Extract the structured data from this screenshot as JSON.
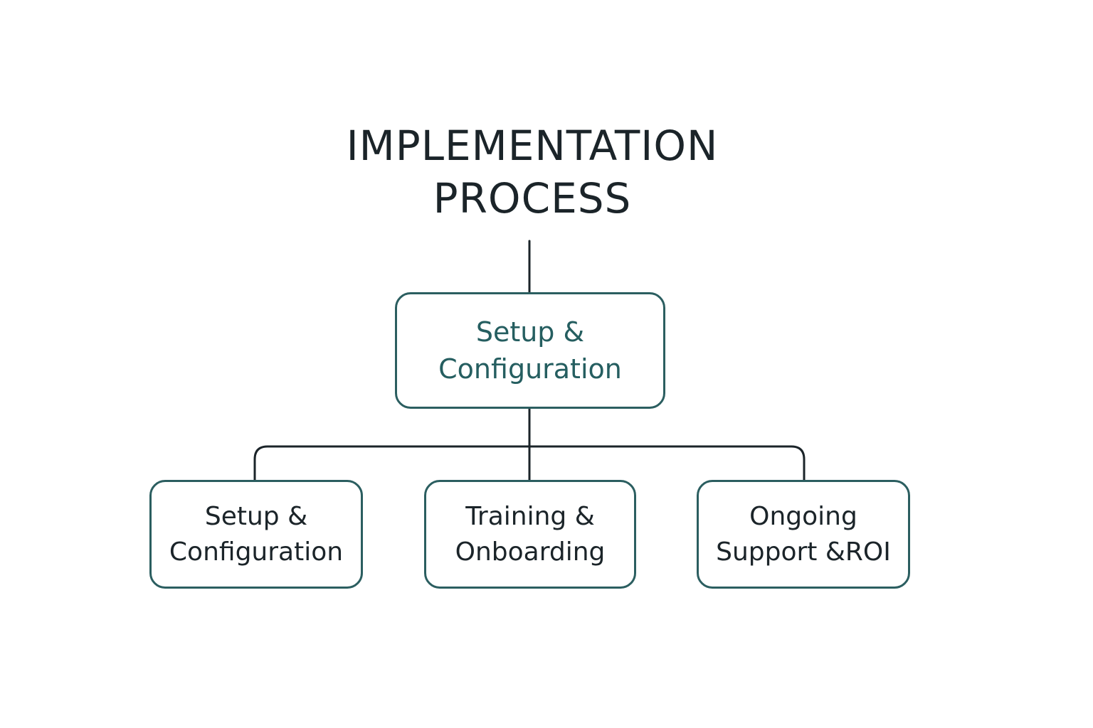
{
  "title": {
    "line1": "IMPLEMENTATION",
    "line2": "PROCESS"
  },
  "root": {
    "line1": "Setup &",
    "line2": "Configuration"
  },
  "children": [
    {
      "line1": "Setup &",
      "line2": "Configuration"
    },
    {
      "line1": "Training &",
      "line2": "Onboarding"
    },
    {
      "line1": "Ongoing",
      "line2": "Support &ROI"
    }
  ],
  "colors": {
    "node_border": "#2b5e60",
    "root_text": "#255e60",
    "text": "#1b2429",
    "connector": "#1b2429"
  }
}
